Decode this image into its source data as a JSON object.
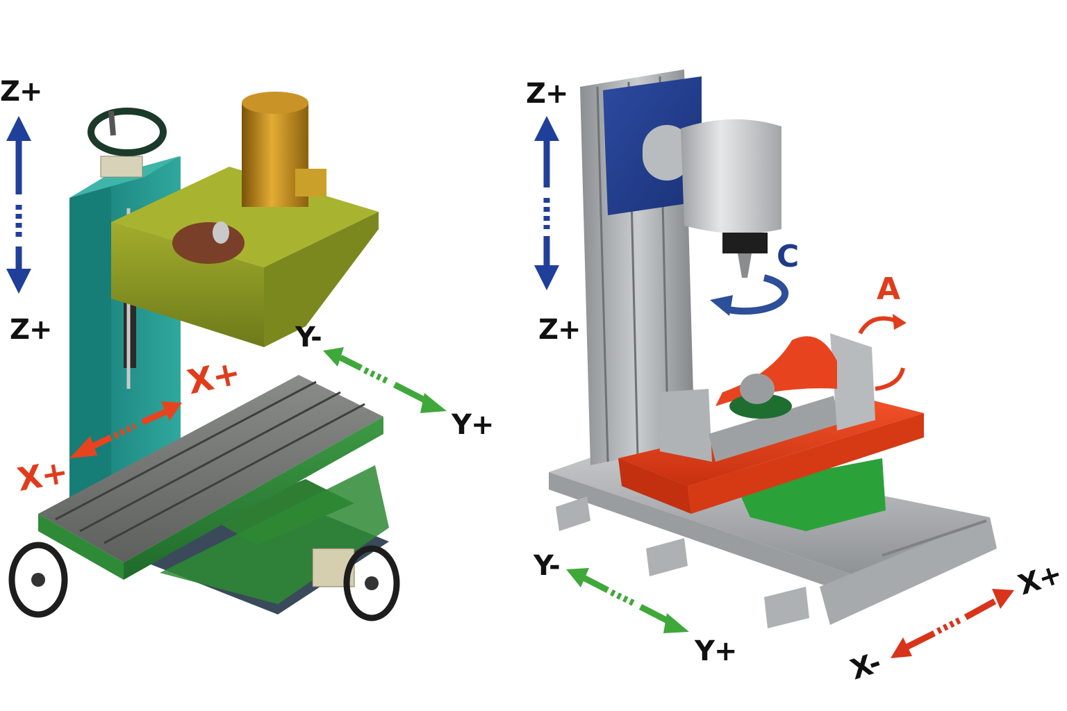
{
  "colors": {
    "z_axis": "#1f3f9a",
    "x_axis": "#e8431f",
    "y_axis": "#3fa83a",
    "rotary_c": "#2d4f99",
    "rotary_a": "#e03c1c",
    "label": "#111111"
  },
  "left_machine": {
    "labels": {
      "z_top": "Z+",
      "z_bottom": "Z+",
      "x_upper": "X+",
      "x_lower": "X+",
      "y_minus": "Y-",
      "y_plus": "Y+"
    }
  },
  "right_machine": {
    "labels": {
      "z_top": "Z+",
      "z_bottom": "Z+",
      "c_axis": "C",
      "a_axis": "A",
      "y_minus": "Y-",
      "y_plus": "Y+",
      "x_minus": "X-",
      "x_plus": "X+"
    }
  }
}
